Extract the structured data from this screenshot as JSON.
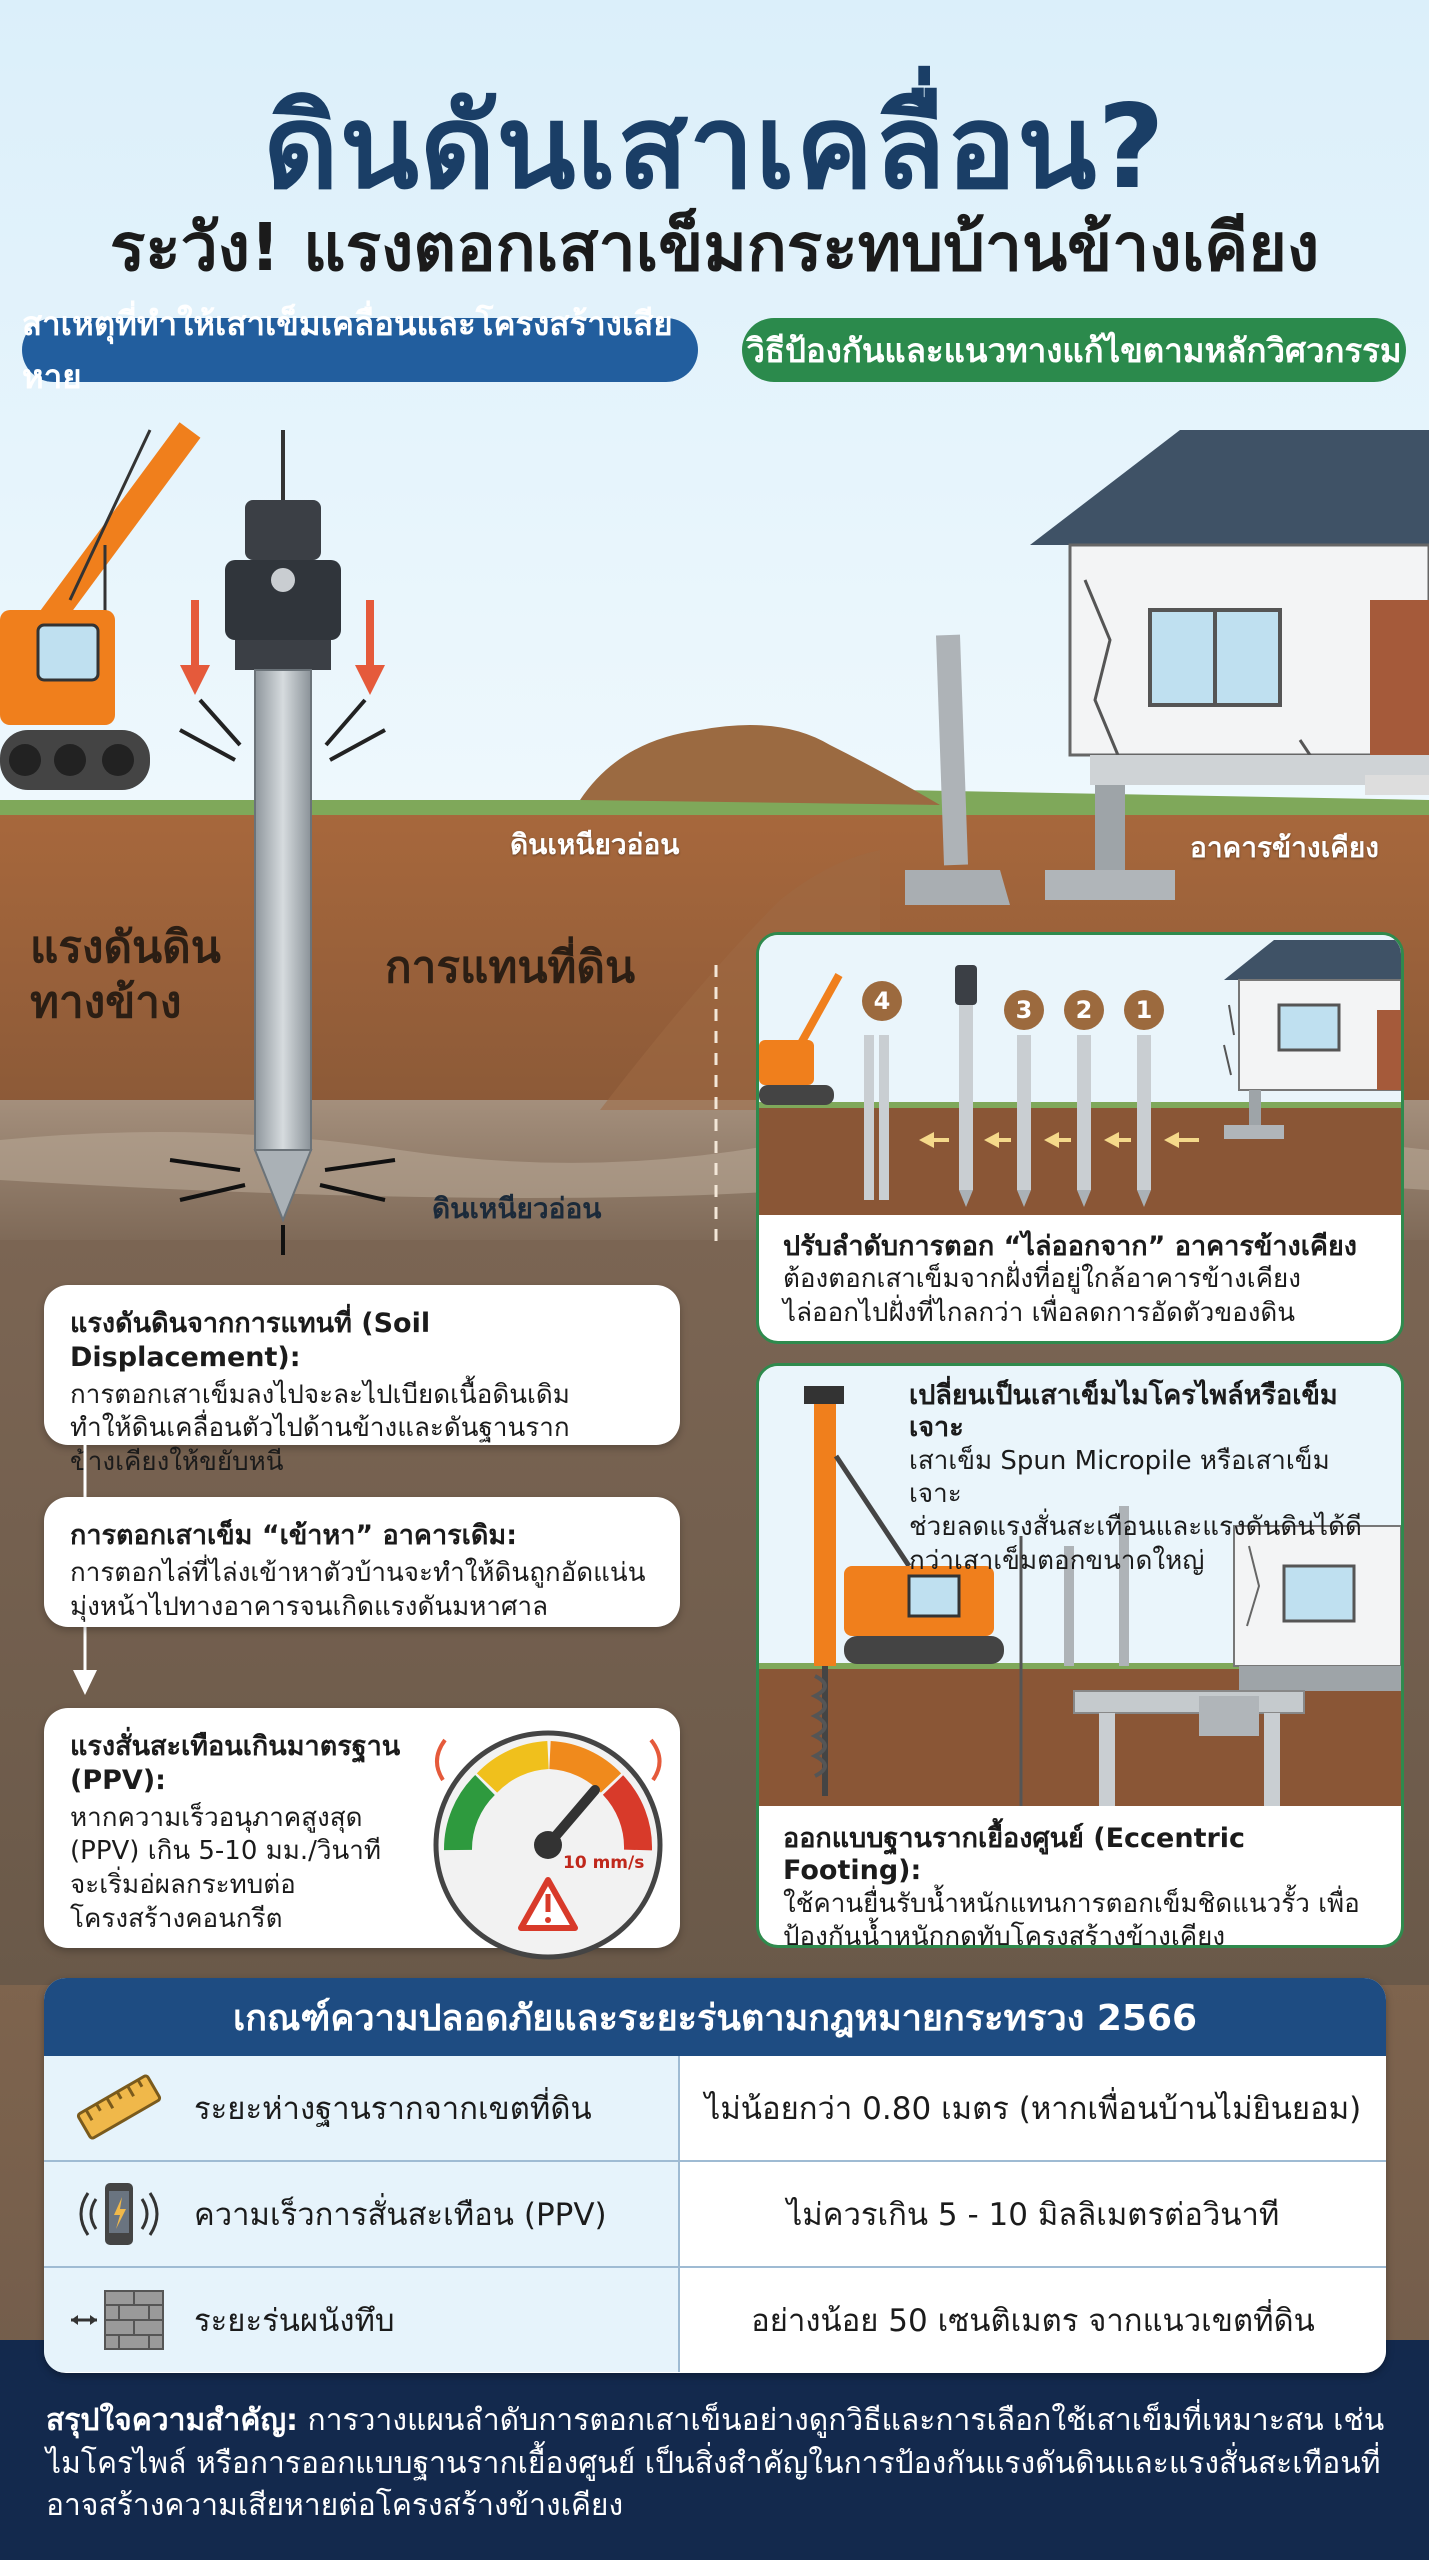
{
  "title": "ดินดันเสาเคลื่อน?",
  "subtitle": "ระวัง! แรงตอกเสาเข็มกระทบบ้านข้างเคียง",
  "sections": {
    "causes": "สาเหตุที่ทำให้เสาเข็มเคลื่อนและโครงสร้างเสียหาย",
    "solutions": "วิธีป้องกันและแนวทางแก้ไขตามหลักวิศวกรรม"
  },
  "scene": {
    "soft_clay_top": "ดินเหนียวอ่อน",
    "neighbor_building": "อาคารข้างเคียง",
    "lateral_pressure": [
      "แรงดันดิน",
      "ทางข้าง"
    ],
    "soil_displacement": "การแทนที่ดิน",
    "soft_clay_bottom": "ดินเหนียวอ่อน"
  },
  "causes": [
    {
      "title": "แรงดันดินจากการแทนที่ (Soil Displacement):",
      "lines": [
        "การตอกเสาเข็มลงไปจะละไปเบียดเนื้อดินเดิม",
        "ทำให้ดินเคลื่อนตัวไปด้านข้างและดันฐานราก",
        "ข้างเคียงให้ขยับหนี"
      ]
    },
    {
      "title": "การตอกเสาเข็ม “เข้าหา” อาคารเดิม:",
      "lines": [
        "การตอกไล่ที่ไล่งเข้าหาตัวบ้านจะทำให้ดินถูกอัดแน่น",
        "มุ่งหน้าไปทางอาคารจนเกิดแรงดันมหาศาล"
      ]
    },
    {
      "title": "แรงสั่นสะเทือนเกินมาตรฐาน (PPV):",
      "lines": [
        "หากความเร็วอนุภาคสูงสุด",
        "(PPV) เกิน 5-10 มม./วินาที",
        "จะเริ่มอ่ผลกระทบต่อ",
        "โครงสร้างคอนกรีต"
      ]
    }
  ],
  "gauge_label": "10 mm/s",
  "sequence_badges": [
    "4",
    "3",
    "2",
    "1"
  ],
  "solutions": [
    {
      "title": "ปรับลำดับการตอก “ไล่ออกจาก” อาคารข้างเคียง",
      "lines": [
        "ต้องตอกเสาเข็มจากฝั่งที่อยู่ใกล้อาคารข้างเคียง",
        "ไล่ออกไปฝั่งที่ไกลกว่า เพื่อลดการอัดตัวของดิน"
      ]
    },
    {
      "title": "เปลี่ยนเป็นเสาเข็มไมโครไพล์หรือเข็มเจาะ",
      "lines": [
        "เสาเข็ม Spun Micropile หรือเสาเข็มเจาะ",
        "ช่วยลดแรงสั่นสะเทือนและแรงดันดินได้ดี",
        "กว่าเสาเข็มตอกขนาดใหญ่"
      ]
    },
    {
      "title": "ออกแบบฐานรากเยื้องศูนย์ (Eccentric Footing):",
      "lines": [
        "ใช้คานยื่นรับน้ำหนักแทนการตอกเข็มชิดแนวรั้ว เพื่อ",
        "ป้องกันน้ำหนักกดทับโครงสร้างข้างเคียง"
      ]
    }
  ],
  "table": {
    "header": "เกณฑ์ความปลอดภัยและระยะร่นตามกฎหมายกระทรวง 2566",
    "rows": [
      {
        "icon": "ruler-icon",
        "label": "ระยะห่างฐานรากจากเขตที่ดิน",
        "value": "ไม่น้อยกว่า 0.80 เมตร (หากเพื่อนบ้านไม่ยินยอม)"
      },
      {
        "icon": "vibrating-phone-icon",
        "label": "ความเร็วการสั่นสะเทือน (PPV)",
        "value": "ไม่ควรเกิน 5 - 10 มิลลิเมตรต่อวินาที"
      },
      {
        "icon": "brick-wall-icon",
        "label": "ระยะร่นผนังทึบ",
        "value": "อย่างน้อย 50 เซนติเมตร จากแนวเขตที่ดิน"
      }
    ]
  },
  "footer": {
    "lead": "สรุปใจความสำคัญ:",
    "text": " การวางแผนลำดับการตอกเสาเข็นอย่างดูกวิธีและการเลือกใช้เสาเข็มที่เหมาะสน เช่น ไมโครไพล์ หรือการออกแบบฐานรากเยื้องศูนย์ เป็นสิ่งสำคัญในการป้องกันแรงดันดินและแรงสั่นสะเทือนที่อาจสร้างความเสียหายต่อโครงสร้างข้างเคียง"
  },
  "colors": {
    "navy": "#1a3e66",
    "blue": "#225e9e",
    "green": "#2b8a4c",
    "orange": "#f07f1c",
    "soil": "#8a5a35"
  }
}
